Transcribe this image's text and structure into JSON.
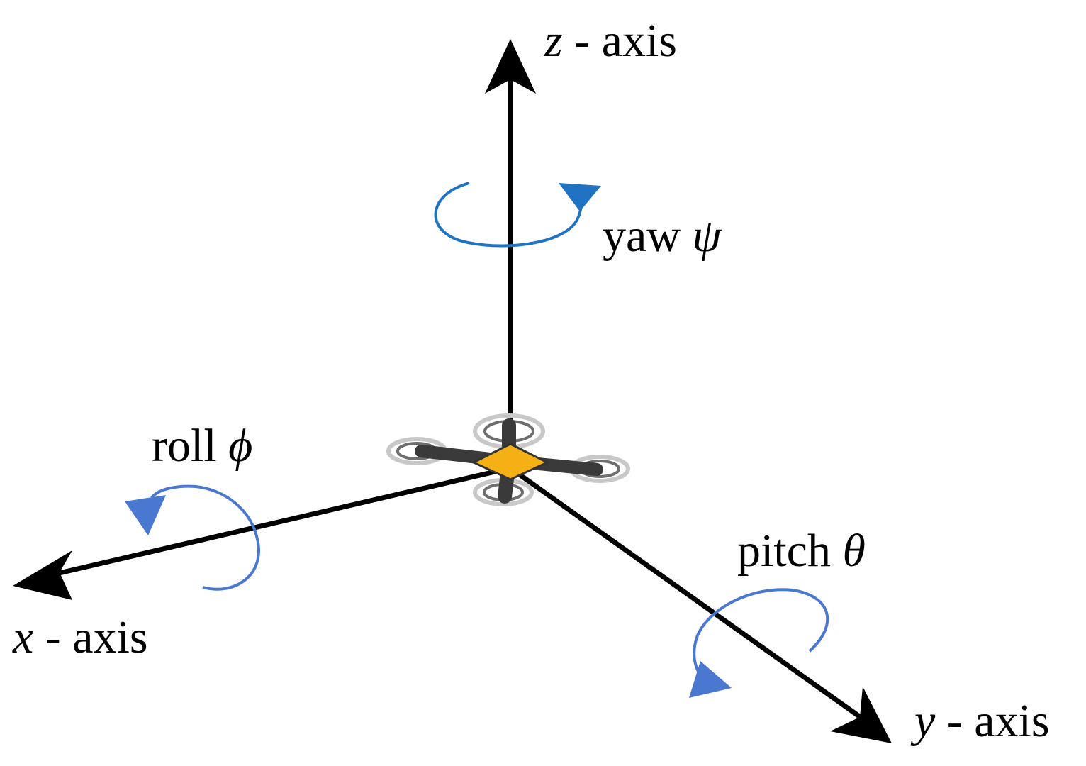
{
  "axes": {
    "z": {
      "symbol": "z",
      "suffix": " - axis"
    },
    "x": {
      "symbol": "x",
      "suffix": " - axis"
    },
    "y": {
      "symbol": "y",
      "suffix": " - axis"
    }
  },
  "rotations": {
    "yaw": {
      "word": "yaw ",
      "symbol": "ψ"
    },
    "roll": {
      "word": "roll ",
      "symbol": "ϕ"
    },
    "pitch": {
      "word": "pitch ",
      "symbol": "θ"
    }
  },
  "colors": {
    "axis": "#000000",
    "yaw_arrow": "#1f73c2",
    "rotation_arrow": "#4a78d0",
    "drone_body": "#f5b016",
    "drone_arm": "#3a3a3a",
    "propeller": "#8c8c8c"
  },
  "icons": {
    "drone": "quadcopter-icon"
  }
}
